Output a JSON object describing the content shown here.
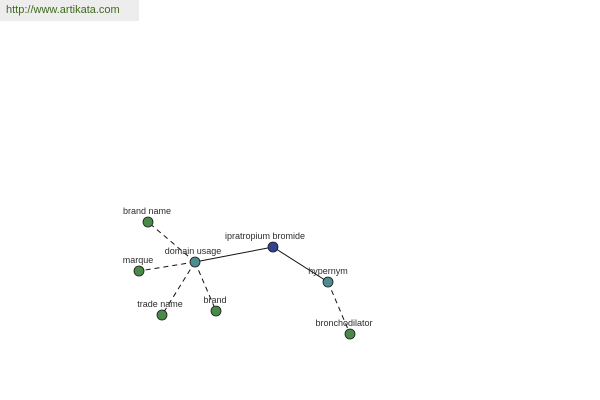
{
  "site": {
    "url": "http://www.artikata.com"
  },
  "colors": {
    "center_node": "#33428e",
    "relation_node": "#4d8c8f",
    "term_node": "#4a8a48",
    "banner_text": "#3f6b1c"
  },
  "graph": {
    "nodes": [
      {
        "id": "ipratropium-bromide",
        "label": "ipratropium bromide",
        "kind": "center"
      },
      {
        "id": "domain-usage",
        "label": "domain usage",
        "kind": "relation"
      },
      {
        "id": "hypernym",
        "label": "hypernym",
        "kind": "relation"
      },
      {
        "id": "brand-name",
        "label": "brand name",
        "kind": "term"
      },
      {
        "id": "marque",
        "label": "marque",
        "kind": "term"
      },
      {
        "id": "trade-name",
        "label": "trade name",
        "kind": "term"
      },
      {
        "id": "brand",
        "label": "brand",
        "kind": "term"
      },
      {
        "id": "bronchodilator",
        "label": "bronchodilator",
        "kind": "term"
      }
    ],
    "edges": [
      {
        "from": "ipratropium-bromide",
        "to": "domain-usage",
        "style": "solid"
      },
      {
        "from": "ipratropium-bromide",
        "to": "hypernym",
        "style": "solid"
      },
      {
        "from": "domain-usage",
        "to": "brand-name",
        "style": "dashed"
      },
      {
        "from": "domain-usage",
        "to": "marque",
        "style": "dashed"
      },
      {
        "from": "domain-usage",
        "to": "trade-name",
        "style": "dashed"
      },
      {
        "from": "domain-usage",
        "to": "brand",
        "style": "dashed"
      },
      {
        "from": "hypernym",
        "to": "bronchodilator",
        "style": "dashed"
      }
    ]
  }
}
